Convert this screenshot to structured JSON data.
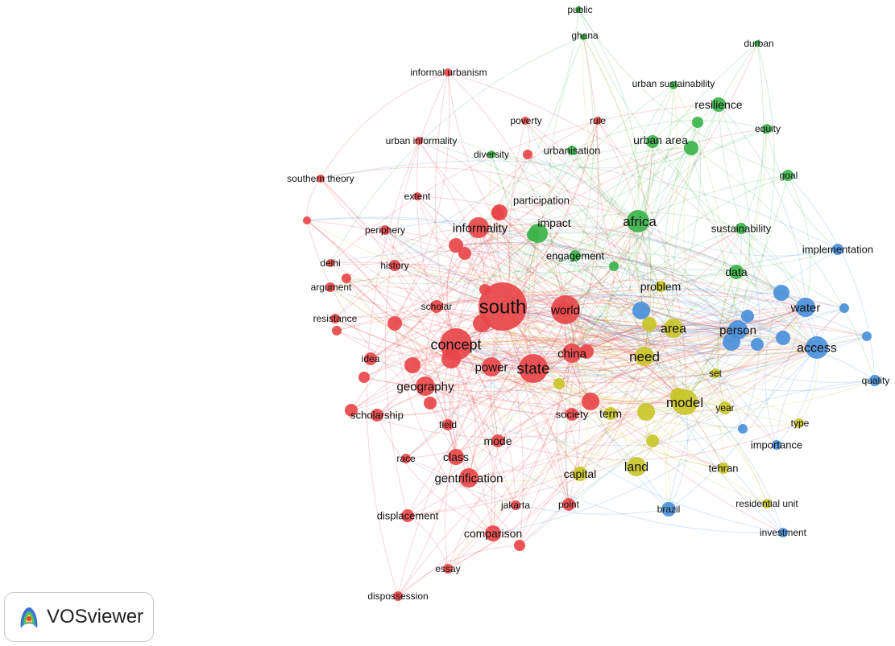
{
  "app": {
    "logo_text": "VOSviewer"
  },
  "colors": {
    "red": "#e8464a",
    "green": "#3cb44b",
    "blue": "#4a90d9",
    "yellow": "#c9c62a"
  },
  "nodes": [
    {
      "id": "public",
      "label": "public",
      "c": "green",
      "r": 4
    },
    {
      "id": "ghana",
      "label": "ghana",
      "c": "green",
      "r": 4
    },
    {
      "id": "durban",
      "label": "durban",
      "c": "green",
      "r": 4
    },
    {
      "id": "informal urbanism",
      "label": "informal urbanism",
      "c": "red",
      "r": 5
    },
    {
      "id": "urban sustainability",
      "label": "urban sustainability",
      "c": "green",
      "r": 5
    },
    {
      "id": "resilience",
      "label": "resilience",
      "c": "green",
      "r": 9
    },
    {
      "id": "poverty",
      "label": "poverty",
      "c": "red",
      "r": 5
    },
    {
      "id": "rule",
      "label": "rule",
      "c": "red",
      "r": 5
    },
    {
      "id": "urban area",
      "label": "urban area",
      "c": "green",
      "r": 8
    },
    {
      "id": "equity",
      "label": "equity",
      "c": "green",
      "r": 6
    },
    {
      "id": "urban informality",
      "label": "urban informality",
      "c": "red",
      "r": 5
    },
    {
      "id": "diversity",
      "label": "diversity",
      "c": "green",
      "r": 5
    },
    {
      "id": "urbanisation",
      "label": "urbanisation",
      "c": "green",
      "r": 6
    },
    {
      "id": "southern theory",
      "label": "southern theory",
      "c": "red",
      "r": 5
    },
    {
      "id": "goal",
      "label": "goal",
      "c": "green",
      "r": 7
    },
    {
      "id": "extent",
      "label": "extent",
      "c": "red",
      "r": 5
    },
    {
      "id": "participation",
      "label": "participation",
      "c": "red",
      "r": 8
    },
    {
      "id": "informality",
      "label": "informality",
      "c": "red",
      "r": 13
    },
    {
      "id": "impact",
      "label": "impact",
      "c": "green",
      "r": 12
    },
    {
      "id": "africa",
      "label": "africa",
      "c": "green",
      "r": 14
    },
    {
      "id": "periphery",
      "label": "periphery",
      "c": "red",
      "r": 6
    },
    {
      "id": "sustainability",
      "label": "sustainability",
      "c": "green",
      "r": 7
    },
    {
      "id": "implementation",
      "label": "implementation",
      "c": "blue",
      "r": 7
    },
    {
      "id": "engagement",
      "label": "engagement",
      "c": "green",
      "r": 7
    },
    {
      "id": "delhi",
      "label": "delhi",
      "c": "red",
      "r": 5
    },
    {
      "id": "history",
      "label": "history",
      "c": "red",
      "r": 7
    },
    {
      "id": "data",
      "label": "data",
      "c": "green",
      "r": 9
    },
    {
      "id": "argument",
      "label": "argument",
      "c": "red",
      "r": 6
    },
    {
      "id": "problem",
      "label": "problem",
      "c": "yellow",
      "r": 7
    },
    {
      "id": "south",
      "label": "south",
      "c": "red",
      "r": 30
    },
    {
      "id": "scholar",
      "label": "scholar",
      "c": "red",
      "r": 8
    },
    {
      "id": "world",
      "label": "world",
      "c": "red",
      "r": 18
    },
    {
      "id": "water",
      "label": "water",
      "c": "blue",
      "r": 12
    },
    {
      "id": "resistance",
      "label": "resistance",
      "c": "red",
      "r": 6
    },
    {
      "id": "area",
      "label": "area",
      "c": "yellow",
      "r": 12
    },
    {
      "id": "person",
      "label": "person",
      "c": "blue",
      "r": 12
    },
    {
      "id": "concept",
      "label": "concept",
      "c": "red",
      "r": 20
    },
    {
      "id": "access",
      "label": "access",
      "c": "blue",
      "r": 14
    },
    {
      "id": "china",
      "label": "china",
      "c": "red",
      "r": 12
    },
    {
      "id": "need",
      "label": "need",
      "c": "yellow",
      "r": 12
    },
    {
      "id": "idea",
      "label": "idea",
      "c": "red",
      "r": 8
    },
    {
      "id": "power",
      "label": "power",
      "c": "red",
      "r": 12
    },
    {
      "id": "state",
      "label": "state",
      "c": "red",
      "r": 18
    },
    {
      "id": "set",
      "label": "set",
      "c": "yellow",
      "r": 6
    },
    {
      "id": "quality",
      "label": "quality",
      "c": "blue",
      "r": 7
    },
    {
      "id": "geography",
      "label": "geography",
      "c": "red",
      "r": 12
    },
    {
      "id": "model",
      "label": "model",
      "c": "yellow",
      "r": 16
    },
    {
      "id": "year",
      "label": "year",
      "c": "yellow",
      "r": 8
    },
    {
      "id": "scholarship",
      "label": "scholarship",
      "c": "red",
      "r": 8
    },
    {
      "id": "society",
      "label": "society",
      "c": "red",
      "r": 8
    },
    {
      "id": "term",
      "label": "term",
      "c": "yellow",
      "r": 8
    },
    {
      "id": "type",
      "label": "type",
      "c": "yellow",
      "r": 6
    },
    {
      "id": "field",
      "label": "field",
      "c": "red",
      "r": 7
    },
    {
      "id": "importance",
      "label": "importance",
      "c": "blue",
      "r": 6
    },
    {
      "id": "mode",
      "label": "mode",
      "c": "red",
      "r": 8
    },
    {
      "id": "race",
      "label": "race",
      "c": "red",
      "r": 6
    },
    {
      "id": "class",
      "label": "class",
      "c": "red",
      "r": 10
    },
    {
      "id": "land",
      "label": "land",
      "c": "yellow",
      "r": 12
    },
    {
      "id": "capital",
      "label": "capital",
      "c": "yellow",
      "r": 9
    },
    {
      "id": "tehran",
      "label": "tehran",
      "c": "yellow",
      "r": 7
    },
    {
      "id": "gentrification",
      "label": "gentrification",
      "c": "red",
      "r": 12
    },
    {
      "id": "residential unit",
      "label": "residential unit",
      "c": "yellow",
      "r": 6
    },
    {
      "id": "jakarta",
      "label": "jakarta",
      "c": "red",
      "r": 6
    },
    {
      "id": "point",
      "label": "point",
      "c": "red",
      "r": 8
    },
    {
      "id": "displacement",
      "label": "displacement",
      "c": "red",
      "r": 8
    },
    {
      "id": "brazil",
      "label": "brazil",
      "c": "blue",
      "r": 9
    },
    {
      "id": "comparison",
      "label": "comparison",
      "c": "red",
      "r": 10
    },
    {
      "id": "investment",
      "label": "investment",
      "c": "blue",
      "r": 6
    },
    {
      "id": "essay",
      "label": "essay",
      "c": "red",
      "r": 6
    },
    {
      "id": "dispossession",
      "label": "dispossession",
      "c": "red",
      "r": 6
    }
  ],
  "extra_nodes": [
    {
      "c": "red",
      "r": 5
    },
    {
      "c": "red",
      "r": 6
    },
    {
      "c": "red",
      "r": 6
    },
    {
      "c": "red",
      "r": 9
    },
    {
      "c": "red",
      "r": 10
    },
    {
      "c": "red",
      "r": 12
    },
    {
      "c": "red",
      "r": 11
    },
    {
      "c": "red",
      "r": 9
    },
    {
      "c": "red",
      "r": 8
    },
    {
      "c": "red",
      "r": 10
    },
    {
      "c": "red",
      "r": 9
    },
    {
      "c": "red",
      "r": 7
    },
    {
      "c": "red",
      "r": 8
    },
    {
      "c": "red",
      "r": 8
    },
    {
      "c": "red",
      "r": 11
    },
    {
      "c": "red",
      "r": 9
    },
    {
      "c": "red",
      "r": 6
    },
    {
      "c": "red",
      "r": 7
    },
    {
      "c": "green",
      "r": 8
    },
    {
      "c": "green",
      "r": 9
    },
    {
      "c": "green",
      "r": 7
    },
    {
      "c": "green",
      "r": 6
    },
    {
      "c": "blue",
      "r": 11
    },
    {
      "c": "blue",
      "r": 11
    },
    {
      "c": "blue",
      "r": 8
    },
    {
      "c": "blue",
      "r": 8
    },
    {
      "c": "blue",
      "r": 10
    },
    {
      "c": "blue",
      "r": 9
    },
    {
      "c": "blue",
      "r": 6
    },
    {
      "c": "blue",
      "r": 6
    },
    {
      "c": "blue",
      "r": 6
    },
    {
      "c": "yellow",
      "r": 7
    },
    {
      "c": "yellow",
      "r": 9
    },
    {
      "c": "yellow",
      "r": 11
    },
    {
      "c": "yellow",
      "r": 10
    },
    {
      "c": "yellow",
      "r": 8
    },
    {
      "c": "red",
      "r": 7
    }
  ]
}
